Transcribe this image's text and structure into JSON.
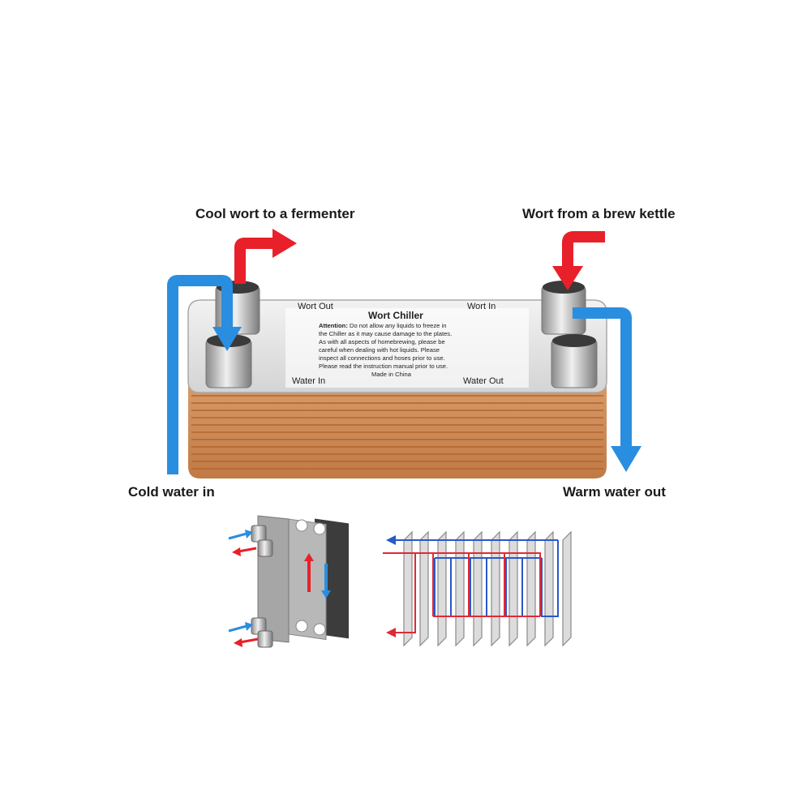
{
  "callouts": {
    "cool_wort_out": "Cool wort to a fermenter",
    "wort_from_kettle": "Wort from a brew kettle",
    "cold_water_in": "Cold water in",
    "warm_water_out": "Warm water out"
  },
  "label_plate": {
    "wort_out": "Wort  Out",
    "wort_in": "Wort  In",
    "title": "Wort  Chiller",
    "attention_heading": "Attention:",
    "attention_first_line": " Do not allow any liquids to freeze in",
    "lines": [
      "the Chiller as it may cause damage to the plates.",
      "As with all aspects of homebrewing, please be",
      "careful when dealing with hot liquids. Please",
      "inspect all connections and hoses prior to use.",
      "Please read the instruction manual prior to use."
    ],
    "made_in": "Made in China",
    "water_in": "Water  In",
    "water_out": "Water  Out"
  },
  "colors": {
    "hot_flow": "#e8202a",
    "cold_flow": "#2a8ee0",
    "copper": "#d9935f",
    "steel": "#c8c8c8"
  }
}
